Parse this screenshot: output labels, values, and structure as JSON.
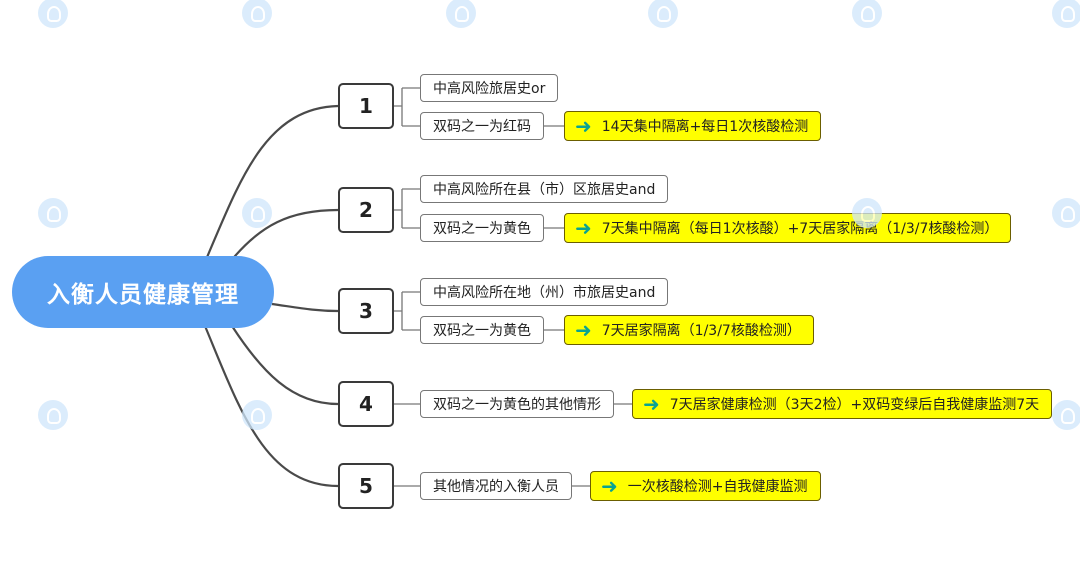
{
  "root": "入衡人员健康管理",
  "branches": [
    {
      "num": "1",
      "conditions": [
        "中高风险旅居史or",
        "双码之一为红码"
      ],
      "result": "14天集中隔离+每日1次核酸检测"
    },
    {
      "num": "2",
      "conditions": [
        "中高风险所在县（市）区旅居史and",
        "双码之一为黄色"
      ],
      "result": "7天集中隔离（每日1次核酸）+7天居家隔离（1/3/7核酸检测）"
    },
    {
      "num": "3",
      "conditions": [
        "中高风险所在地（州）市旅居史and",
        "双码之一为黄色"
      ],
      "result": "7天居家隔离（1/3/7核酸检测）"
    },
    {
      "num": "4",
      "conditions": [
        "双码之一为黄色的其他情形"
      ],
      "result": "7天居家健康检测（3天2检）+双码变绿后自我健康监测7天"
    },
    {
      "num": "5",
      "conditions": [
        "其他情况的入衡人员"
      ],
      "result": "一次核酸检测+自我健康监测"
    }
  ],
  "arrow_color": "#0aa392",
  "root_color": "#5aa0f2",
  "result_color": "#ffff00"
}
